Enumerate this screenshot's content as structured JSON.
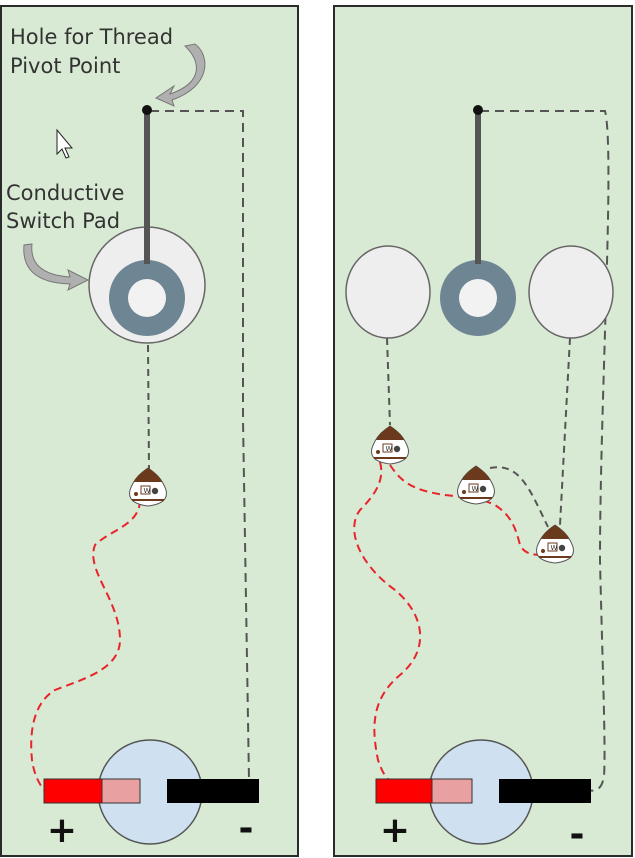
{
  "colors": {
    "panel_fill": "#d9ead4",
    "panel_border": "#2b2b2b",
    "lever": "#555555",
    "ring": "#6e8594",
    "pad_fill": "#eeeeee",
    "battery_fill": "#cfe0f0",
    "positive": "#ff0000",
    "positive_light": "#e9a0a0",
    "negative": "#000000",
    "wire_dashed": "#555555",
    "thread_red": "#e8242b",
    "arrow": "#b0b0b0"
  },
  "labels": {
    "thread_hole": [
      "Hole for Thread",
      "Pivot Point"
    ],
    "switch_pad": [
      "Conductive",
      "Switch Pad"
    ]
  },
  "panels": {
    "left": {
      "plus": "+",
      "minus": "-"
    },
    "right": {
      "plus": "+",
      "minus": "-"
    }
  },
  "icons": {
    "bead": "sewable-component-icon",
    "cursor": "mouse-pointer-icon"
  }
}
